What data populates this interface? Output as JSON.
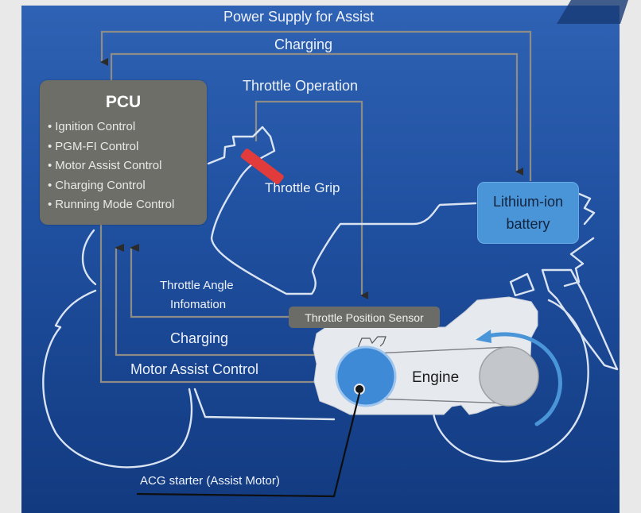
{
  "diagram": {
    "title_context": "Hybrid scooter assist system",
    "colors": {
      "background_blue": "#1d4fa0",
      "pcu_gray": "#6e6e68",
      "battery_blue": "#4a94d8",
      "engine_white": "#e6e9ee",
      "motor_blue": "#3f8ad6",
      "throttle_red": "#e23b3b",
      "line_gray": "#8e8c86",
      "outline_white": "#dbe5f2"
    },
    "flows": {
      "power_supply_for_assist": "Power Supply for Assist",
      "charging_top": "Charging",
      "throttle_operation": "Throttle Operation",
      "throttle_angle_line1": "Throttle Angle",
      "throttle_angle_line2": "Infomation",
      "charging_bottom": "Charging",
      "motor_assist_control": "Motor Assist Control"
    },
    "pcu": {
      "title": "PCU",
      "functions": [
        "Ignition Control",
        "PGM-FI Control",
        "Motor Assist Control",
        "Charging Control",
        "Running Mode Control"
      ]
    },
    "battery": {
      "line1": "Lithium-ion",
      "line2": "battery"
    },
    "throttle_grip": "Throttle Grip",
    "throttle_position_sensor": "Throttle Position Sensor",
    "engine": "Engine",
    "acg_starter": "ACG starter (Assist Motor)"
  }
}
